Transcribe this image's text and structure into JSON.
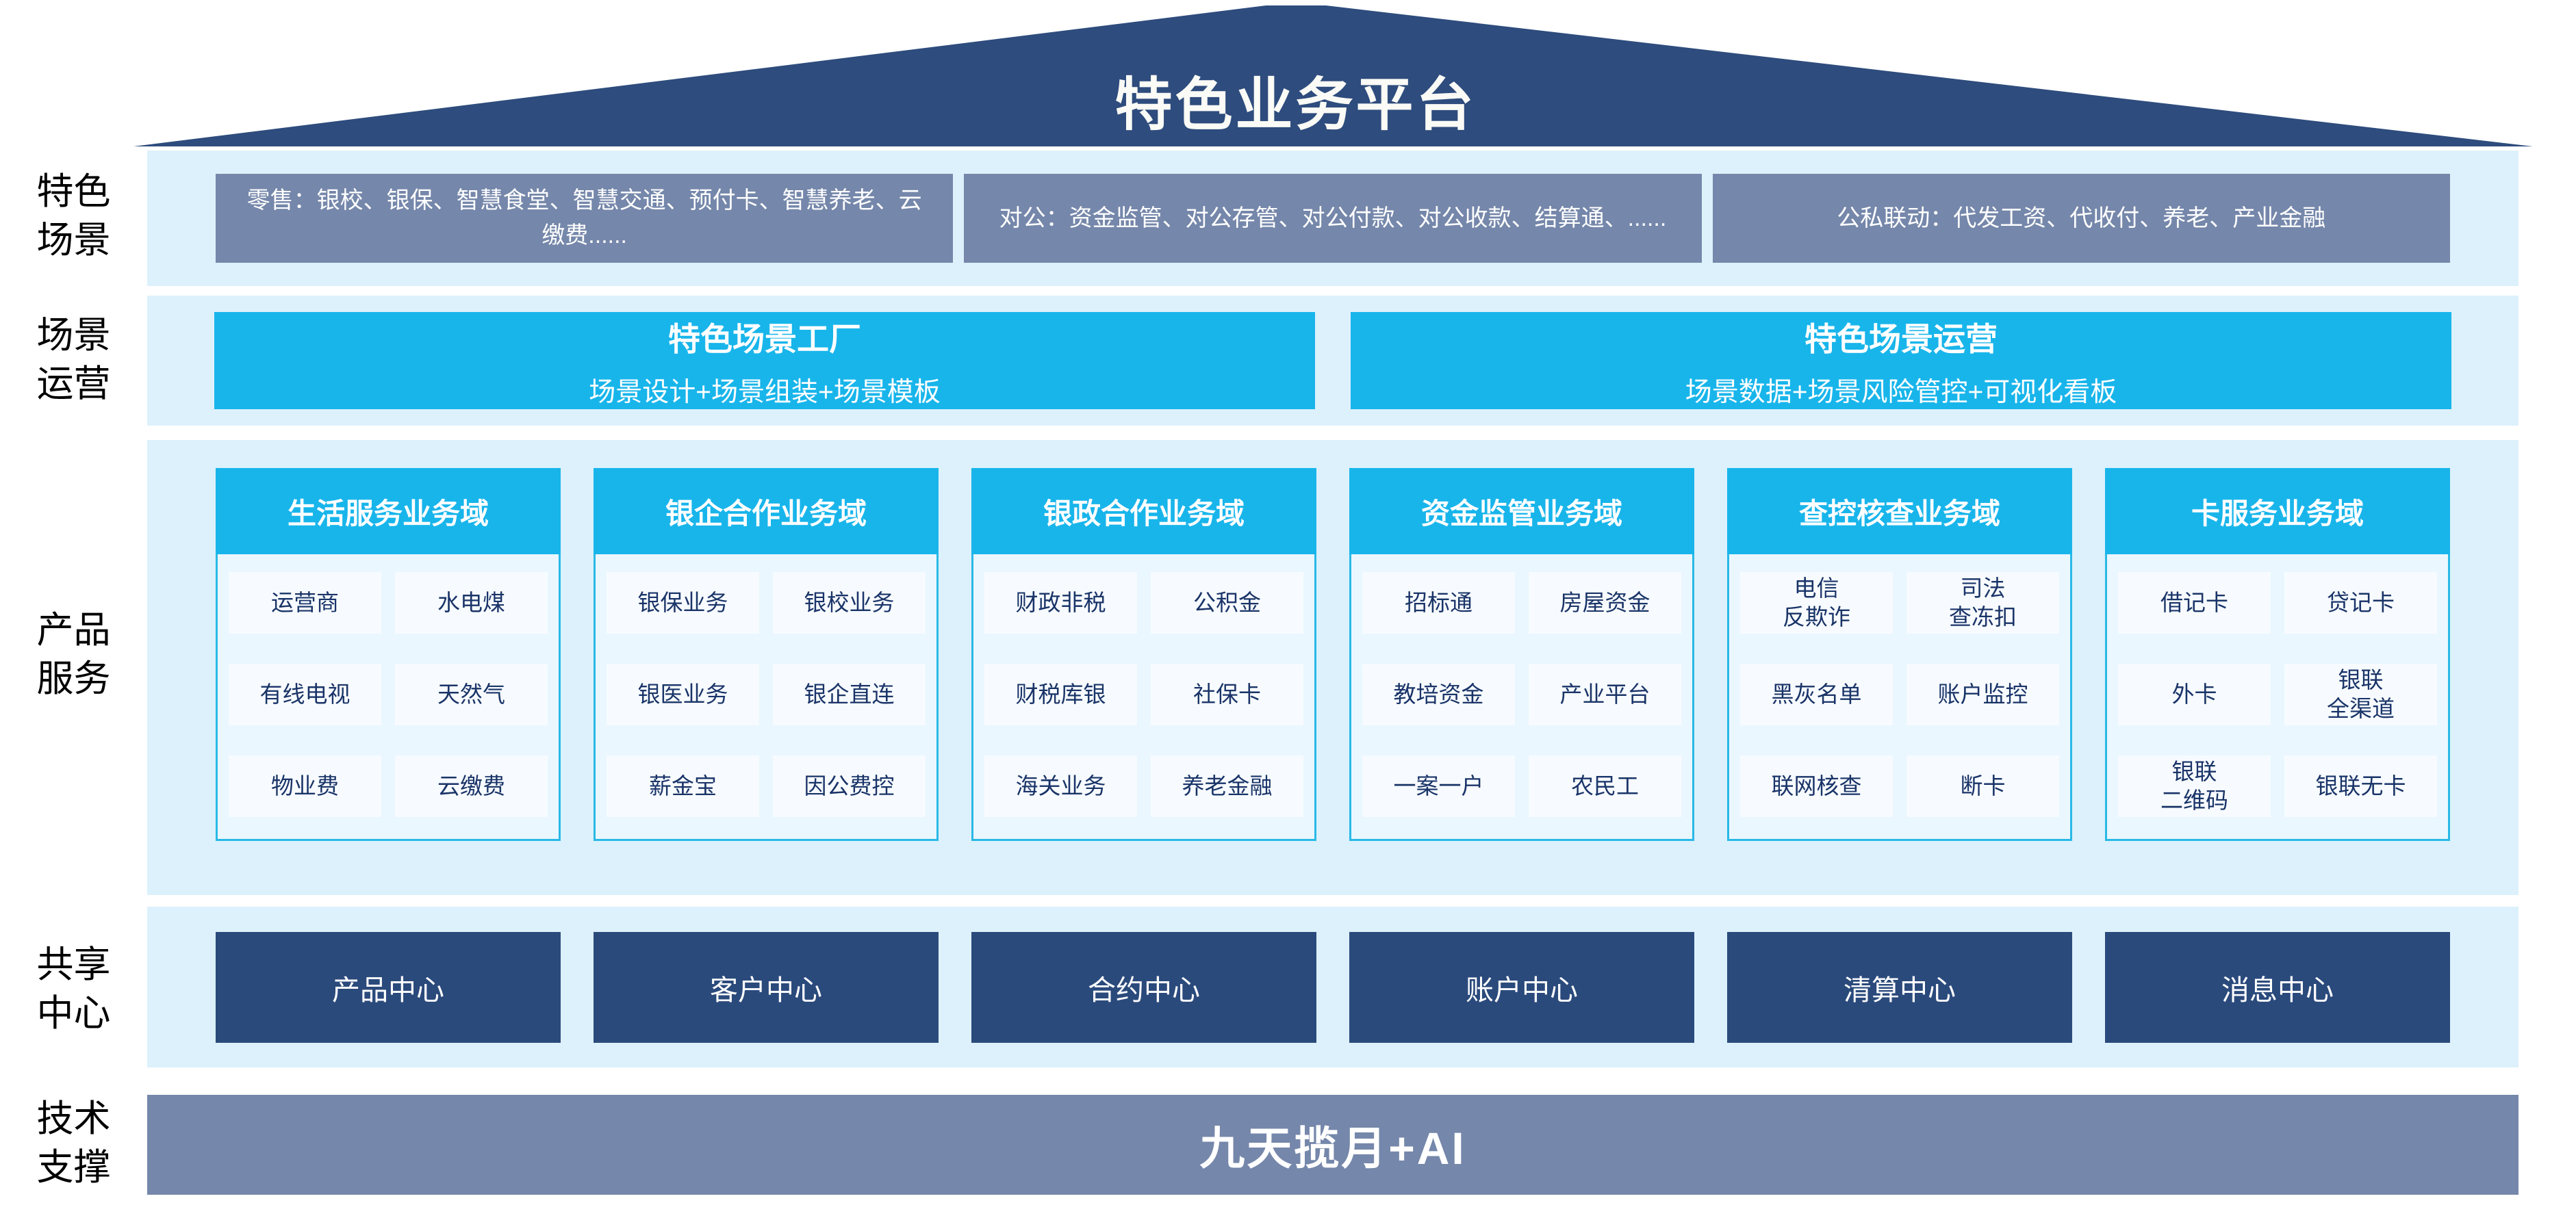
{
  "roof": {
    "title": "特色业务平台"
  },
  "side_labels": [
    "特色\n场景",
    "场景\n运营",
    "产品\n服务",
    "共享\n中心",
    "技术\n支撑"
  ],
  "scenario_row": {
    "boxes": [
      "零售：银校、银保、智慧食堂、智慧交通、预付卡、智慧养老、云缴费......",
      "对公：资金监管、对公存管、对公付款、对公收款、结算通、......",
      "公私联动：代发工资、代收付、养老、产业金融"
    ]
  },
  "operation_row": {
    "boxes": [
      {
        "title": "特色场景工厂",
        "subtitle": "场景设计+场景组装+场景模板"
      },
      {
        "title": "特色场景运营",
        "subtitle": "场景数据+场景风险管控+可视化看板"
      }
    ]
  },
  "product_row": {
    "columns": [
      {
        "header": "生活服务业务域",
        "items": [
          "运营商",
          "水电煤",
          "有线电视",
          "天然气",
          "物业费",
          "云缴费"
        ]
      },
      {
        "header": "银企合作业务域",
        "items": [
          "银保业务",
          "银校业务",
          "银医业务",
          "银企直连",
          "薪金宝",
          "因公费控"
        ]
      },
      {
        "header": "银政合作业务域",
        "items": [
          "财政非税",
          "公积金",
          "财税库银",
          "社保卡",
          "海关业务",
          "养老金融"
        ]
      },
      {
        "header": "资金监管业务域",
        "items": [
          "招标通",
          "房屋资金",
          "教培资金",
          "产业平台",
          "一案一户",
          "农民工"
        ]
      },
      {
        "header": "查控核查业务域",
        "items": [
          "电信\n反欺诈",
          "司法\n查冻扣",
          "黑灰名单",
          "账户监控",
          "联网核查",
          "断卡"
        ]
      },
      {
        "header": "卡服务业务域",
        "items": [
          "借记卡",
          "贷记卡",
          "外卡",
          "银联\n全渠道",
          "银联\n二维码",
          "银联无卡"
        ]
      }
    ]
  },
  "centers_row": {
    "items": [
      "产品中心",
      "客户中心",
      "合约中心",
      "账户中心",
      "清算中心",
      "消息中心"
    ]
  },
  "tech_row": {
    "banner": "九天揽月+AI"
  },
  "colors": {
    "navy": "#2E4C7D",
    "navy_center": "#2B4A7C",
    "slate": "#7587AA",
    "cyan": "#18B5EB",
    "card_border": "#29B9E7",
    "panel_bg": "#DCF1FB",
    "card_bg": "#EAF7FE",
    "item_bg": "#F7FBFF",
    "item_text": "#1A3468"
  }
}
